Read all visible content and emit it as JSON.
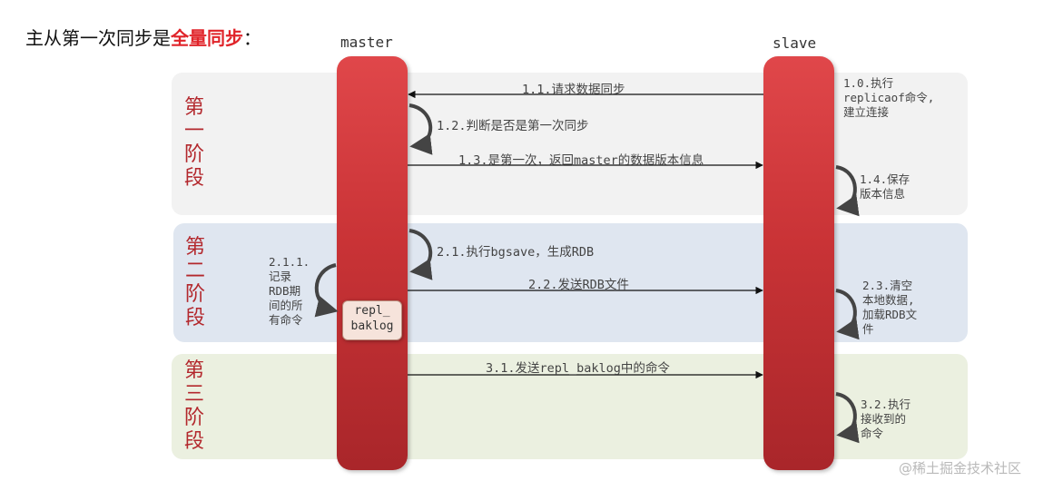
{
  "title": {
    "prefix": "主从第一次同步是",
    "emphasis": "全量同步",
    "suffix": "："
  },
  "actors": {
    "master": "master",
    "slave": "slave"
  },
  "phases": [
    {
      "label": [
        "第",
        "一",
        "阶",
        "段"
      ],
      "color": "#f2f2f2"
    },
    {
      "label": [
        "第",
        "二",
        "阶",
        "段"
      ],
      "color": "#dfe6f0"
    },
    {
      "label": [
        "第",
        "三",
        "阶",
        "段"
      ],
      "color": "#ebf0e0"
    }
  ],
  "messages": {
    "m1_1": "1.1.请求数据同步",
    "m1_2": "1.2.判断是否是第一次同步",
    "m1_3": "1.3.是第一次，返回master的数据版本信息",
    "m2_1": "2.1.执行bgsave，生成RDB",
    "m2_2": "2.2.发送RDB文件",
    "m3_1": "3.1.发送repl_baklog中的命令"
  },
  "notes": {
    "n1_0": [
      "1.0.执行",
      "replicaof命令,",
      "建立连接"
    ],
    "n1_4": [
      "1.4.保存",
      "版本信息"
    ],
    "n2_1_1": [
      "2.1.1.",
      "记录",
      "RDB期",
      "间的所",
      "有命令"
    ],
    "n2_3": [
      "2.3.清空",
      "本地数据,",
      "加载RDB文",
      "件"
    ],
    "n3_2": [
      "3.2.执行",
      "接收到的",
      "命令"
    ]
  },
  "backlog": [
    "repl_",
    "baklog"
  ],
  "watermark": "@稀土掘金技术社区",
  "colors": {
    "lifeline": "#c93336",
    "accent": "#e0242a",
    "phase_label": "#b3282d"
  }
}
